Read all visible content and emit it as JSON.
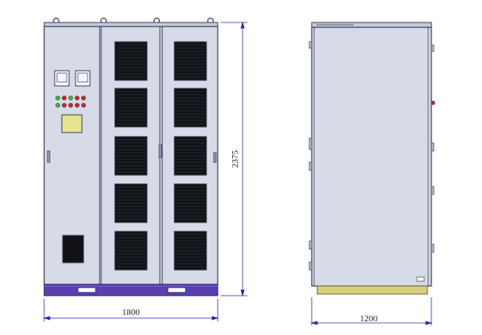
{
  "front_view": {
    "width_label": "1800",
    "height_label": "2375"
  },
  "side_view": {
    "depth_label": "1200"
  },
  "colors": {
    "panel_fill": "#d7dbe8",
    "panel_stroke": "#3a3f55",
    "vent_fill": "#101216",
    "display_fill": "#f4f6ff",
    "nameplate_fill": "#e6e48e",
    "base_front": "#5a3fb0",
    "base_side": "#d9cf7d",
    "dim_line": "#2a2aa0"
  },
  "indicator_lights": [
    "#2fbf3a",
    "#cc2222",
    "#2fbf3a",
    "#cc2222",
    "#cc2222",
    "#2fbf3a",
    "#cc2222",
    "#cc2222",
    "#cc2222",
    "#cc2222"
  ]
}
